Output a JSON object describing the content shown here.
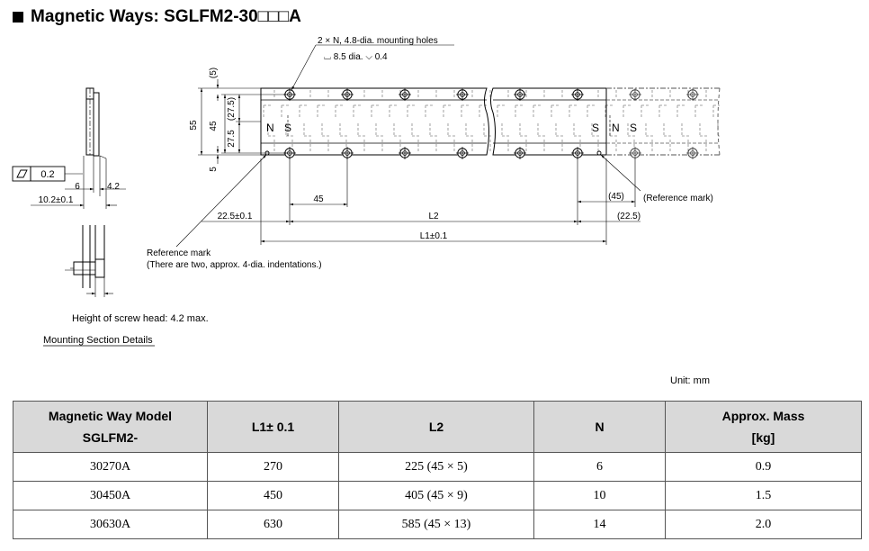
{
  "title": {
    "text": "Magnetic Ways: SGLFM2-30□□□A"
  },
  "drawing": {
    "holes_note": "2 × N, 4.8-dia. mounting holes",
    "counterbore_note": "⌴ 8.5 dia. ⌵ 0.4",
    "dim_5_top": "(5)",
    "dim_55": "55",
    "dim_45_v": "45",
    "dim_27_5_top": "(27.5)",
    "dim_27_5_bottom": "27.5",
    "dim_5_bottom": "5",
    "n_label": "N",
    "s_label": "S",
    "flatness_value": "0.2",
    "dim_6": "6",
    "dim_4_2": "4.2",
    "dim_10_2": "10.2±0.1",
    "dim_45_pitch": "45",
    "dim_45_end": "(45)",
    "ref_mark_right": "(Reference mark)",
    "dim_22_5_left": "22.5±0.1",
    "dim_L2": "L2",
    "dim_22_5_right": "(22.5)",
    "dim_L1": "L1±0.1",
    "ref_mark_label": "Reference mark",
    "ref_mark_note": "(There are two, approx. 4-dia. indentations.)",
    "screw_head_note": "Height of screw head: 4.2 max.",
    "mounting_section": "Mounting Section Details"
  },
  "unit": "Unit: mm",
  "table": {
    "headers": {
      "model_line1": "Magnetic Way Model",
      "model_line2": "SGLFM2-",
      "l1": "L1± 0.1",
      "l2": "L2",
      "n": "N",
      "mass_line1": "Approx. Mass",
      "mass_line2": "[kg]"
    },
    "rows": [
      {
        "model": "30270A",
        "l1": "270",
        "l2": "225 (45 × 5)",
        "n": "6",
        "mass": "0.9"
      },
      {
        "model": "30450A",
        "l1": "450",
        "l2": "405 (45 × 9)",
        "n": "10",
        "mass": "1.5"
      },
      {
        "model": "30630A",
        "l1": "630",
        "l2": "585 (45 × 13)",
        "n": "14",
        "mass": "2.0"
      }
    ]
  }
}
